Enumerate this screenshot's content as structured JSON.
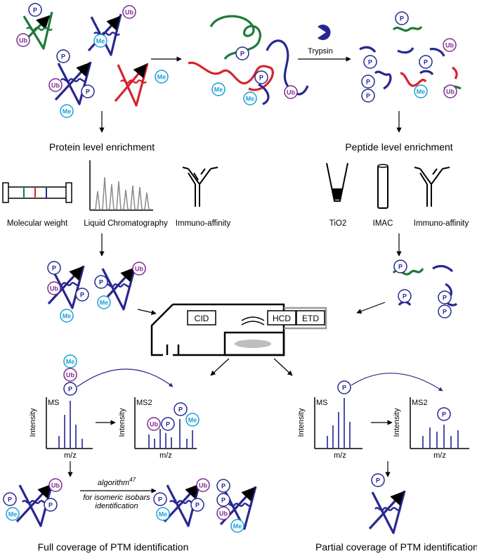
{
  "colors": {
    "protein_blue": "#27288f",
    "protein_green": "#1f7a3a",
    "protein_red": "#d6242e",
    "phospho_blue": "#27288f",
    "ubiquitin_purple": "#7b2c8c",
    "methyl_cyan": "#1a9ed8",
    "spectrum_blue": "#3a3aa0",
    "chromatogram_gray": "#8a8a8a"
  },
  "badges": {
    "phospho": "P",
    "ubiquitin": "Ub",
    "methyl": "Me"
  },
  "icons": {
    "trypsin": "pacman-enzyme-icon",
    "antibody": "y-shaped-antibody-icon",
    "gel": "gel-lane-icon",
    "column": "column-tube-icon",
    "funnel": "tio2-tip-icon"
  },
  "labels": {
    "trypsin": "Trypsin",
    "protein_enrichment": "Protein level enrichment",
    "peptide_enrichment": "Peptide level enrichment",
    "mol_weight": "Molecular weight",
    "liquid_chrom": "Liquid Chromatography",
    "immuno_left": "Immuno-affinity",
    "tio2": "TiO2",
    "imac": "IMAC",
    "immuno_right": "Immuno-affinity",
    "cid": "CID",
    "hcd": "HCD",
    "etd": "ETD",
    "ms_left": "MS",
    "ms2_left": "MS2",
    "ms_right": "MS",
    "ms2_right": "MS2",
    "intensity": "Intensity",
    "mz": "m/z",
    "algorithm": "algorithm",
    "algorithm_ref": "47",
    "isomeric_line1": "for isomeric isobars",
    "isomeric_line2": "identification",
    "full_coverage": "Full coverage of PTM identification",
    "partial_coverage": "Partial coverage of PTM identification"
  }
}
